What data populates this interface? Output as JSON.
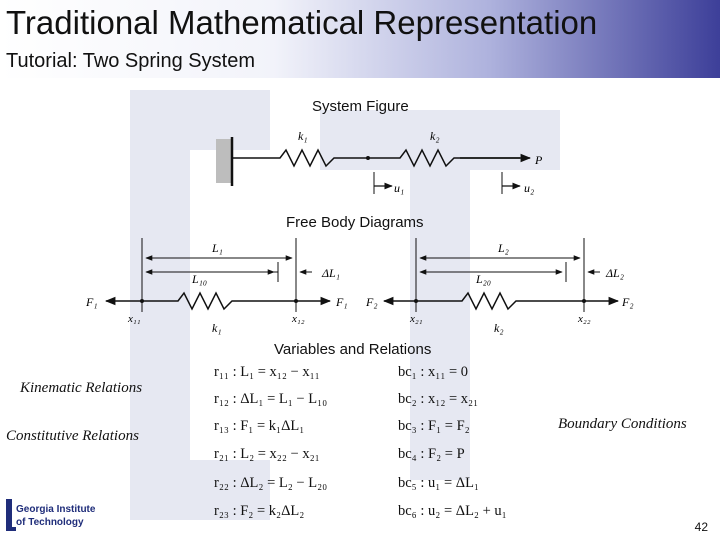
{
  "slide": {
    "title": "Traditional Mathematical Representation",
    "subtitle": "Tutorial: Two Spring System",
    "page_number": "42"
  },
  "sections": {
    "system_figure": "System Figure",
    "free_body": "Free Body Diagrams",
    "variables": "Variables and Relations"
  },
  "side_labels": {
    "kinematic": "Kinematic Relations",
    "constitutive": "Constitutive Relations",
    "boundary": "Boundary Conditions"
  },
  "system_figure": {
    "k1": "k₁",
    "k2": "k₂",
    "P": "P",
    "u1": "u₁",
    "u2": "u₂"
  },
  "free_body": {
    "L1": "L₁",
    "L10": "L₁₀",
    "dL1": "ΔL₁",
    "L2": "L₂",
    "L20": "L₂₀",
    "dL2": "ΔL₂",
    "F1_left": "F₁",
    "F1_right": "F₁",
    "F2_left": "F₂",
    "F2_right": "F₂",
    "x11": "x₁₁",
    "x12": "x₁₂",
    "x21": "x₂₁",
    "x22": "x₂₂",
    "k1": "k₁",
    "k2": "k₂"
  },
  "relations": [
    "r₁₁ : L₁ = x₁₂ − x₁₁",
    "r₁₂ : ΔL₁ = L₁ − L₁₀",
    "r₁₃ : F₁ = k₁ΔL₁",
    "r₂₁ : L₂ = x₂₂ − x₂₁",
    "r₂₂ : ΔL₂ = L₂ − L₂₀",
    "r₂₃ : F₂ = k₂ΔL₂"
  ],
  "boundary_conditions": [
    "bc₁ : x₁₁ = 0",
    "bc₂ : x₁₂ = x₂₁",
    "bc₃ : F₁ = F₂",
    "bc₄ : F₂ = P",
    "bc₅ : u₁ = ΔL₁",
    "bc₆ : u₂ = ΔL₂ + u₁"
  ],
  "logo": {
    "line1": "Georgia Institute",
    "line2": "of Technology"
  },
  "colors": {
    "header_dark": "#3d3f99",
    "text": "#111111"
  }
}
